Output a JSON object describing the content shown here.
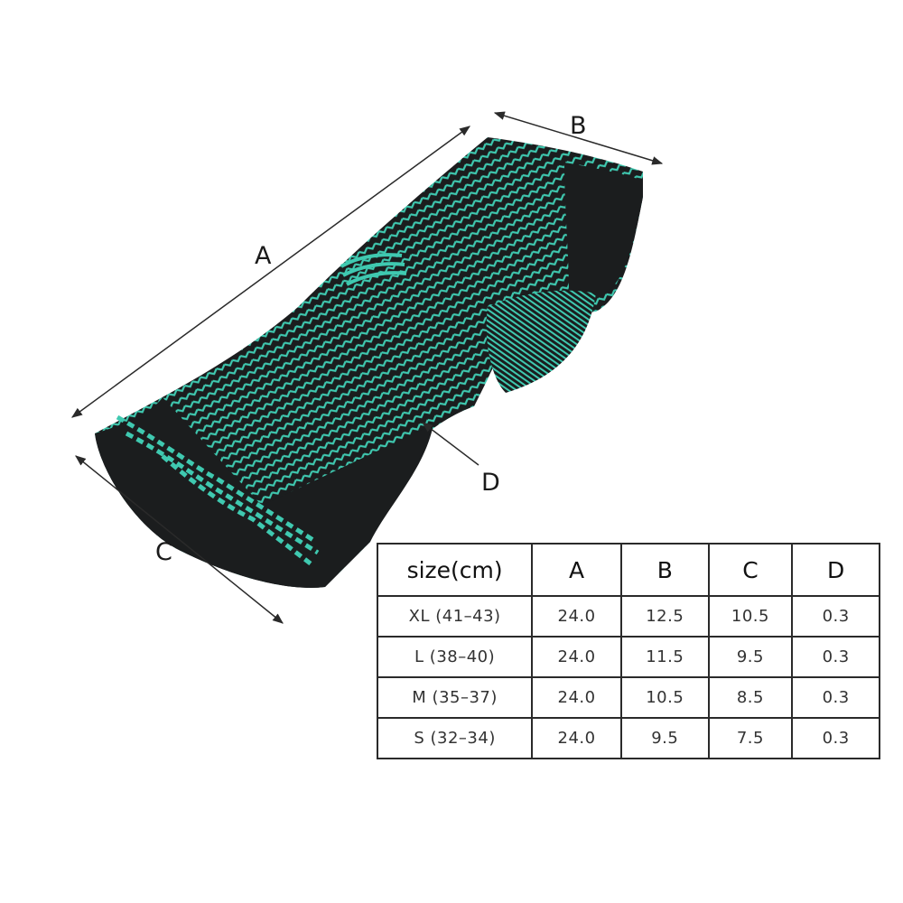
{
  "labels": {
    "a": "A",
    "b": "B",
    "c": "C",
    "d": "D"
  },
  "colors": {
    "fabric": "#1b1d1e",
    "accent": "#3fc9b0",
    "line": "#2a2a2a"
  },
  "table": {
    "headers": [
      "size(cm)",
      "A",
      "B",
      "C",
      "D"
    ],
    "rows": [
      {
        "size": "XL (41–43)",
        "a": "24.0",
        "b": "12.5",
        "c": "10.5",
        "d": "0.3"
      },
      {
        "size": "L (38–40)",
        "a": "24.0",
        "b": "11.5",
        "c": "9.5",
        "d": "0.3"
      },
      {
        "size": "M (35–37)",
        "a": "24.0",
        "b": "10.5",
        "c": "8.5",
        "d": "0.3"
      },
      {
        "size": "S (32–34)",
        "a": "24.0",
        "b": "9.5",
        "c": "7.5",
        "d": "0.3"
      }
    ]
  }
}
